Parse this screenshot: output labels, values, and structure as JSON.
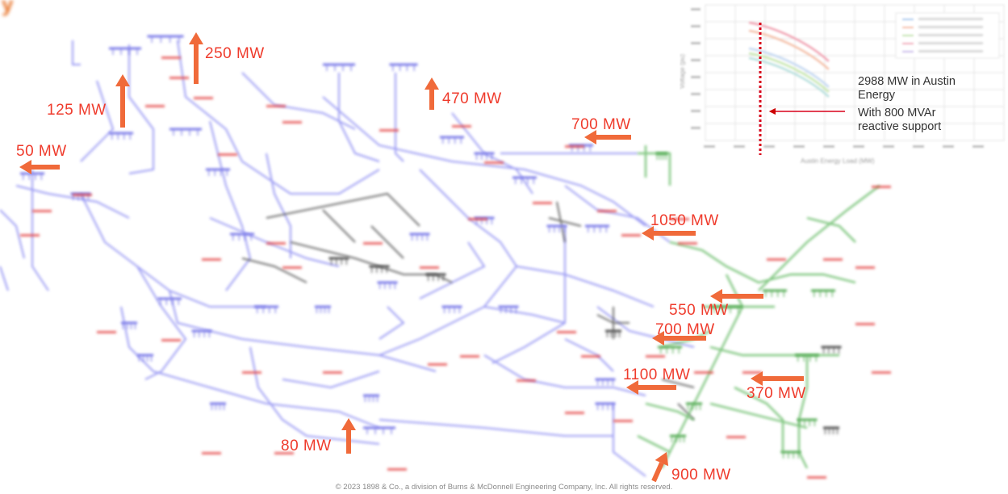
{
  "title_fragment": "y",
  "flows": [
    {
      "id": "flow-250",
      "label": "250 MW",
      "direction": "up"
    },
    {
      "id": "flow-125",
      "label": "125 MW",
      "direction": "up"
    },
    {
      "id": "flow-470",
      "label": "470 MW",
      "direction": "up"
    },
    {
      "id": "flow-50",
      "label": "50 MW",
      "direction": "left"
    },
    {
      "id": "flow-700a",
      "label": "700 MW",
      "direction": "left"
    },
    {
      "id": "flow-1050",
      "label": "1050 MW",
      "direction": "left"
    },
    {
      "id": "flow-550",
      "label": "550 MW",
      "direction": "left"
    },
    {
      "id": "flow-700b",
      "label": "700 MW",
      "direction": "left"
    },
    {
      "id": "flow-1100",
      "label": "1100 MW",
      "direction": "left"
    },
    {
      "id": "flow-370",
      "label": "370 MW",
      "direction": "left"
    },
    {
      "id": "flow-80",
      "label": "80 MW",
      "direction": "up"
    },
    {
      "id": "flow-900",
      "label": "900 MW",
      "direction": "up-right"
    }
  ],
  "inset": {
    "note_line1": "2988 MW in Austin",
    "note_line2": "Energy",
    "note_line3": "With 800 MVAr",
    "note_line4": "reactive support"
  },
  "colors": {
    "arrow": "#f06a3a",
    "label": "#ef3b2c",
    "network_blue": "#8f8ff2",
    "network_green": "#6fbf6f",
    "network_gray": "#555555",
    "station_text": "#e23b3b"
  },
  "copyright": "© 2023 1898 & Co., a division of Burns & McDonnell Engineering Company, Inc. All rights reserved."
}
